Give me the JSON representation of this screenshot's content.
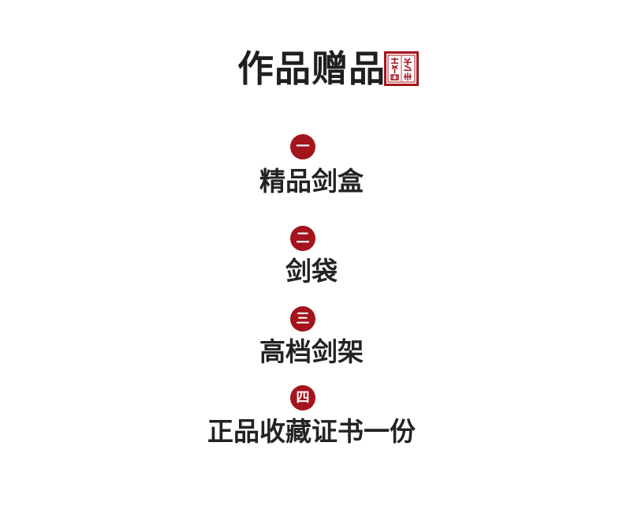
{
  "header": {
    "title": "作品赠品",
    "seal_icon": "red-seal-stamp-icon",
    "seal_color": "#a4141c"
  },
  "badge_color": "#a4141c",
  "items": [
    {
      "number": "一",
      "label": "精品剑盒"
    },
    {
      "number": "二",
      "label": "剑袋"
    },
    {
      "number": "三",
      "label": "高档剑架"
    },
    {
      "number": "四",
      "label": "正品收藏证书一份"
    }
  ]
}
